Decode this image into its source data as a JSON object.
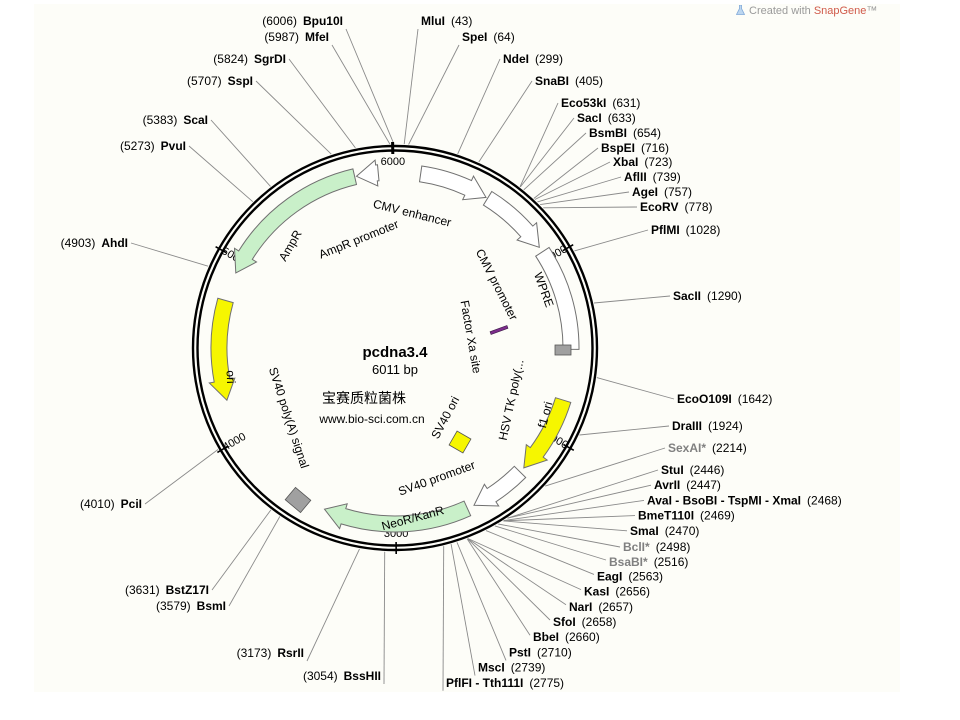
{
  "plasmid": {
    "name": "pcdna3.4",
    "size_label": "6011 bp",
    "length": 6011
  },
  "watermark": {
    "line1": "宝赛质粒菌株",
    "line2": "www.bio-sci.com.cn"
  },
  "credit": {
    "prefix": "Created with ",
    "brand": "SnapGene",
    "tm": "™"
  },
  "ticks": [
    {
      "pos": 1000,
      "label": "1000"
    },
    {
      "pos": 2000,
      "label": "2000"
    },
    {
      "pos": 3000,
      "label": "3000"
    },
    {
      "pos": 4000,
      "label": "4000"
    },
    {
      "pos": 5000,
      "label": "5000"
    },
    {
      "pos": 6000,
      "label": "6000"
    }
  ],
  "features": [
    {
      "label": "CMV enhancer",
      "start": 140,
      "end": 520,
      "direction": "cw",
      "color": "#ffffff"
    },
    {
      "label": "CMV promoter",
      "start": 530,
      "end": 920,
      "direction": "cw",
      "color": "#ffffff"
    },
    {
      "label": "WPRE",
      "start": 950,
      "end": 1510,
      "direction": "none",
      "color": "#ffffff"
    },
    {
      "label": "Factor Xa site",
      "start": 1620,
      "end": 1640,
      "direction": "none",
      "color": "#7d2d8c"
    },
    {
      "label": "HSV TK poly(...",
      "start": 1660,
      "end": 1700,
      "direction": "none",
      "color": "#a0a0a0"
    },
    {
      "label": "f1 ori",
      "start": 1790,
      "end": 2220,
      "direction": "cw",
      "color": "#f6f600"
    },
    {
      "label": "SV40 promoter",
      "start": 2250,
      "end": 2560,
      "direction": "cw",
      "color": "#ffffff"
    },
    {
      "label": "SV40 ori",
      "start": 2430,
      "end": 2470,
      "direction": "none",
      "color": "#f6f600"
    },
    {
      "label": "NeoR/KanR",
      "start": 2600,
      "end": 3400,
      "direction": "cw",
      "color": "#c9f0c9"
    },
    {
      "label": "SV40 poly(A) signal",
      "start": 3570,
      "end": 3700,
      "direction": "none",
      "color": "#a0a0a0"
    },
    {
      "label": "ori",
      "start": 4220,
      "end": 4770,
      "direction": "ccw",
      "color": "#f6f600"
    },
    {
      "label": "AmpR",
      "start": 4930,
      "end": 5790,
      "direction": "ccw",
      "color": "#c9f0c9"
    },
    {
      "label": "AmpR promoter",
      "start": 5800,
      "end": 5920,
      "direction": "ccw",
      "color": "#ffffff"
    }
  ],
  "sites": [
    {
      "name": "Bpu10I",
      "pos": "(6006)",
      "side": "left",
      "grey": false
    },
    {
      "name": "MfeI",
      "pos": "(5987)",
      "side": "left",
      "grey": false
    },
    {
      "name": "SgrDI",
      "pos": "(5824)",
      "side": "left",
      "grey": false
    },
    {
      "name": "SspI",
      "pos": "(5707)",
      "side": "left",
      "grey": false
    },
    {
      "name": "ScaI",
      "pos": "(5383)",
      "side": "left",
      "grey": false
    },
    {
      "name": "PvuI",
      "pos": "(5273)",
      "side": "left",
      "grey": false
    },
    {
      "name": "AhdI",
      "pos": "(4903)",
      "side": "left",
      "grey": false
    },
    {
      "name": "PciI",
      "pos": "(4010)",
      "side": "left",
      "grey": false
    },
    {
      "name": "BstZ17I",
      "pos": "(3631)",
      "side": "left",
      "grey": false
    },
    {
      "name": "BsmI",
      "pos": "(3579)",
      "side": "left",
      "grey": false
    },
    {
      "name": "RsrII",
      "pos": "(3173)",
      "side": "left",
      "grey": false
    },
    {
      "name": "BssHII",
      "pos": "(3054)",
      "side": "left",
      "grey": false
    },
    {
      "name": "MluI",
      "pos": "(43)",
      "side": "right",
      "grey": false
    },
    {
      "name": "SpeI",
      "pos": "(64)",
      "side": "right",
      "grey": false
    },
    {
      "name": "NdeI",
      "pos": "(299)",
      "side": "right",
      "grey": false
    },
    {
      "name": "SnaBI",
      "pos": "(405)",
      "side": "right",
      "grey": false
    },
    {
      "name": "Eco53kI",
      "pos": "(631)",
      "side": "right",
      "grey": false
    },
    {
      "name": "SacI",
      "pos": "(633)",
      "side": "right",
      "grey": false
    },
    {
      "name": "BsmBI",
      "pos": "(654)",
      "side": "right",
      "grey": false
    },
    {
      "name": "BspEI",
      "pos": "(716)",
      "side": "right",
      "grey": false
    },
    {
      "name": "XbaI",
      "pos": "(723)",
      "side": "right",
      "grey": false
    },
    {
      "name": "AflII",
      "pos": "(739)",
      "side": "right",
      "grey": false
    },
    {
      "name": "AgeI",
      "pos": "(757)",
      "side": "right",
      "grey": false
    },
    {
      "name": "EcoRV",
      "pos": "(778)",
      "side": "right",
      "grey": false
    },
    {
      "name": "PflMI",
      "pos": "(1028)",
      "side": "right",
      "grey": false
    },
    {
      "name": "SacII",
      "pos": "(1290)",
      "side": "right",
      "grey": false
    },
    {
      "name": "EcoO109I",
      "pos": "(1642)",
      "side": "right",
      "grey": false
    },
    {
      "name": "DraIII",
      "pos": "(1924)",
      "side": "right",
      "grey": false
    },
    {
      "name": "SexAI*",
      "pos": "(2214)",
      "side": "right",
      "grey": true
    },
    {
      "name": "StuI",
      "pos": "(2446)",
      "side": "right",
      "grey": false
    },
    {
      "name": "AvrII",
      "pos": "(2447)",
      "side": "right",
      "grey": false
    },
    {
      "name": "AvaI - BsoBI - TspMI - XmaI",
      "pos": "(2468)",
      "side": "right",
      "grey": false
    },
    {
      "name": "BmeT110I",
      "pos": "(2469)",
      "side": "right",
      "grey": false
    },
    {
      "name": "SmaI",
      "pos": "(2470)",
      "side": "right",
      "grey": false
    },
    {
      "name": "BclI*",
      "pos": "(2498)",
      "side": "right",
      "grey": true
    },
    {
      "name": "BsaBI*",
      "pos": "(2516)",
      "side": "right",
      "grey": true
    },
    {
      "name": "EagI",
      "pos": "(2563)",
      "side": "right",
      "grey": false
    },
    {
      "name": "KasI",
      "pos": "(2656)",
      "side": "right",
      "grey": false
    },
    {
      "name": "NarI",
      "pos": "(2657)",
      "side": "right",
      "grey": false
    },
    {
      "name": "SfoI",
      "pos": "(2658)",
      "side": "right",
      "grey": false
    },
    {
      "name": "BbeI",
      "pos": "(2660)",
      "side": "right",
      "grey": false
    },
    {
      "name": "PstI",
      "pos": "(2710)",
      "side": "right",
      "grey": false
    },
    {
      "name": "MscI",
      "pos": "(2739)",
      "side": "right",
      "grey": false
    },
    {
      "name": "PflFI - Tth111I",
      "pos": "(2775)",
      "side": "right",
      "grey": false
    }
  ]
}
